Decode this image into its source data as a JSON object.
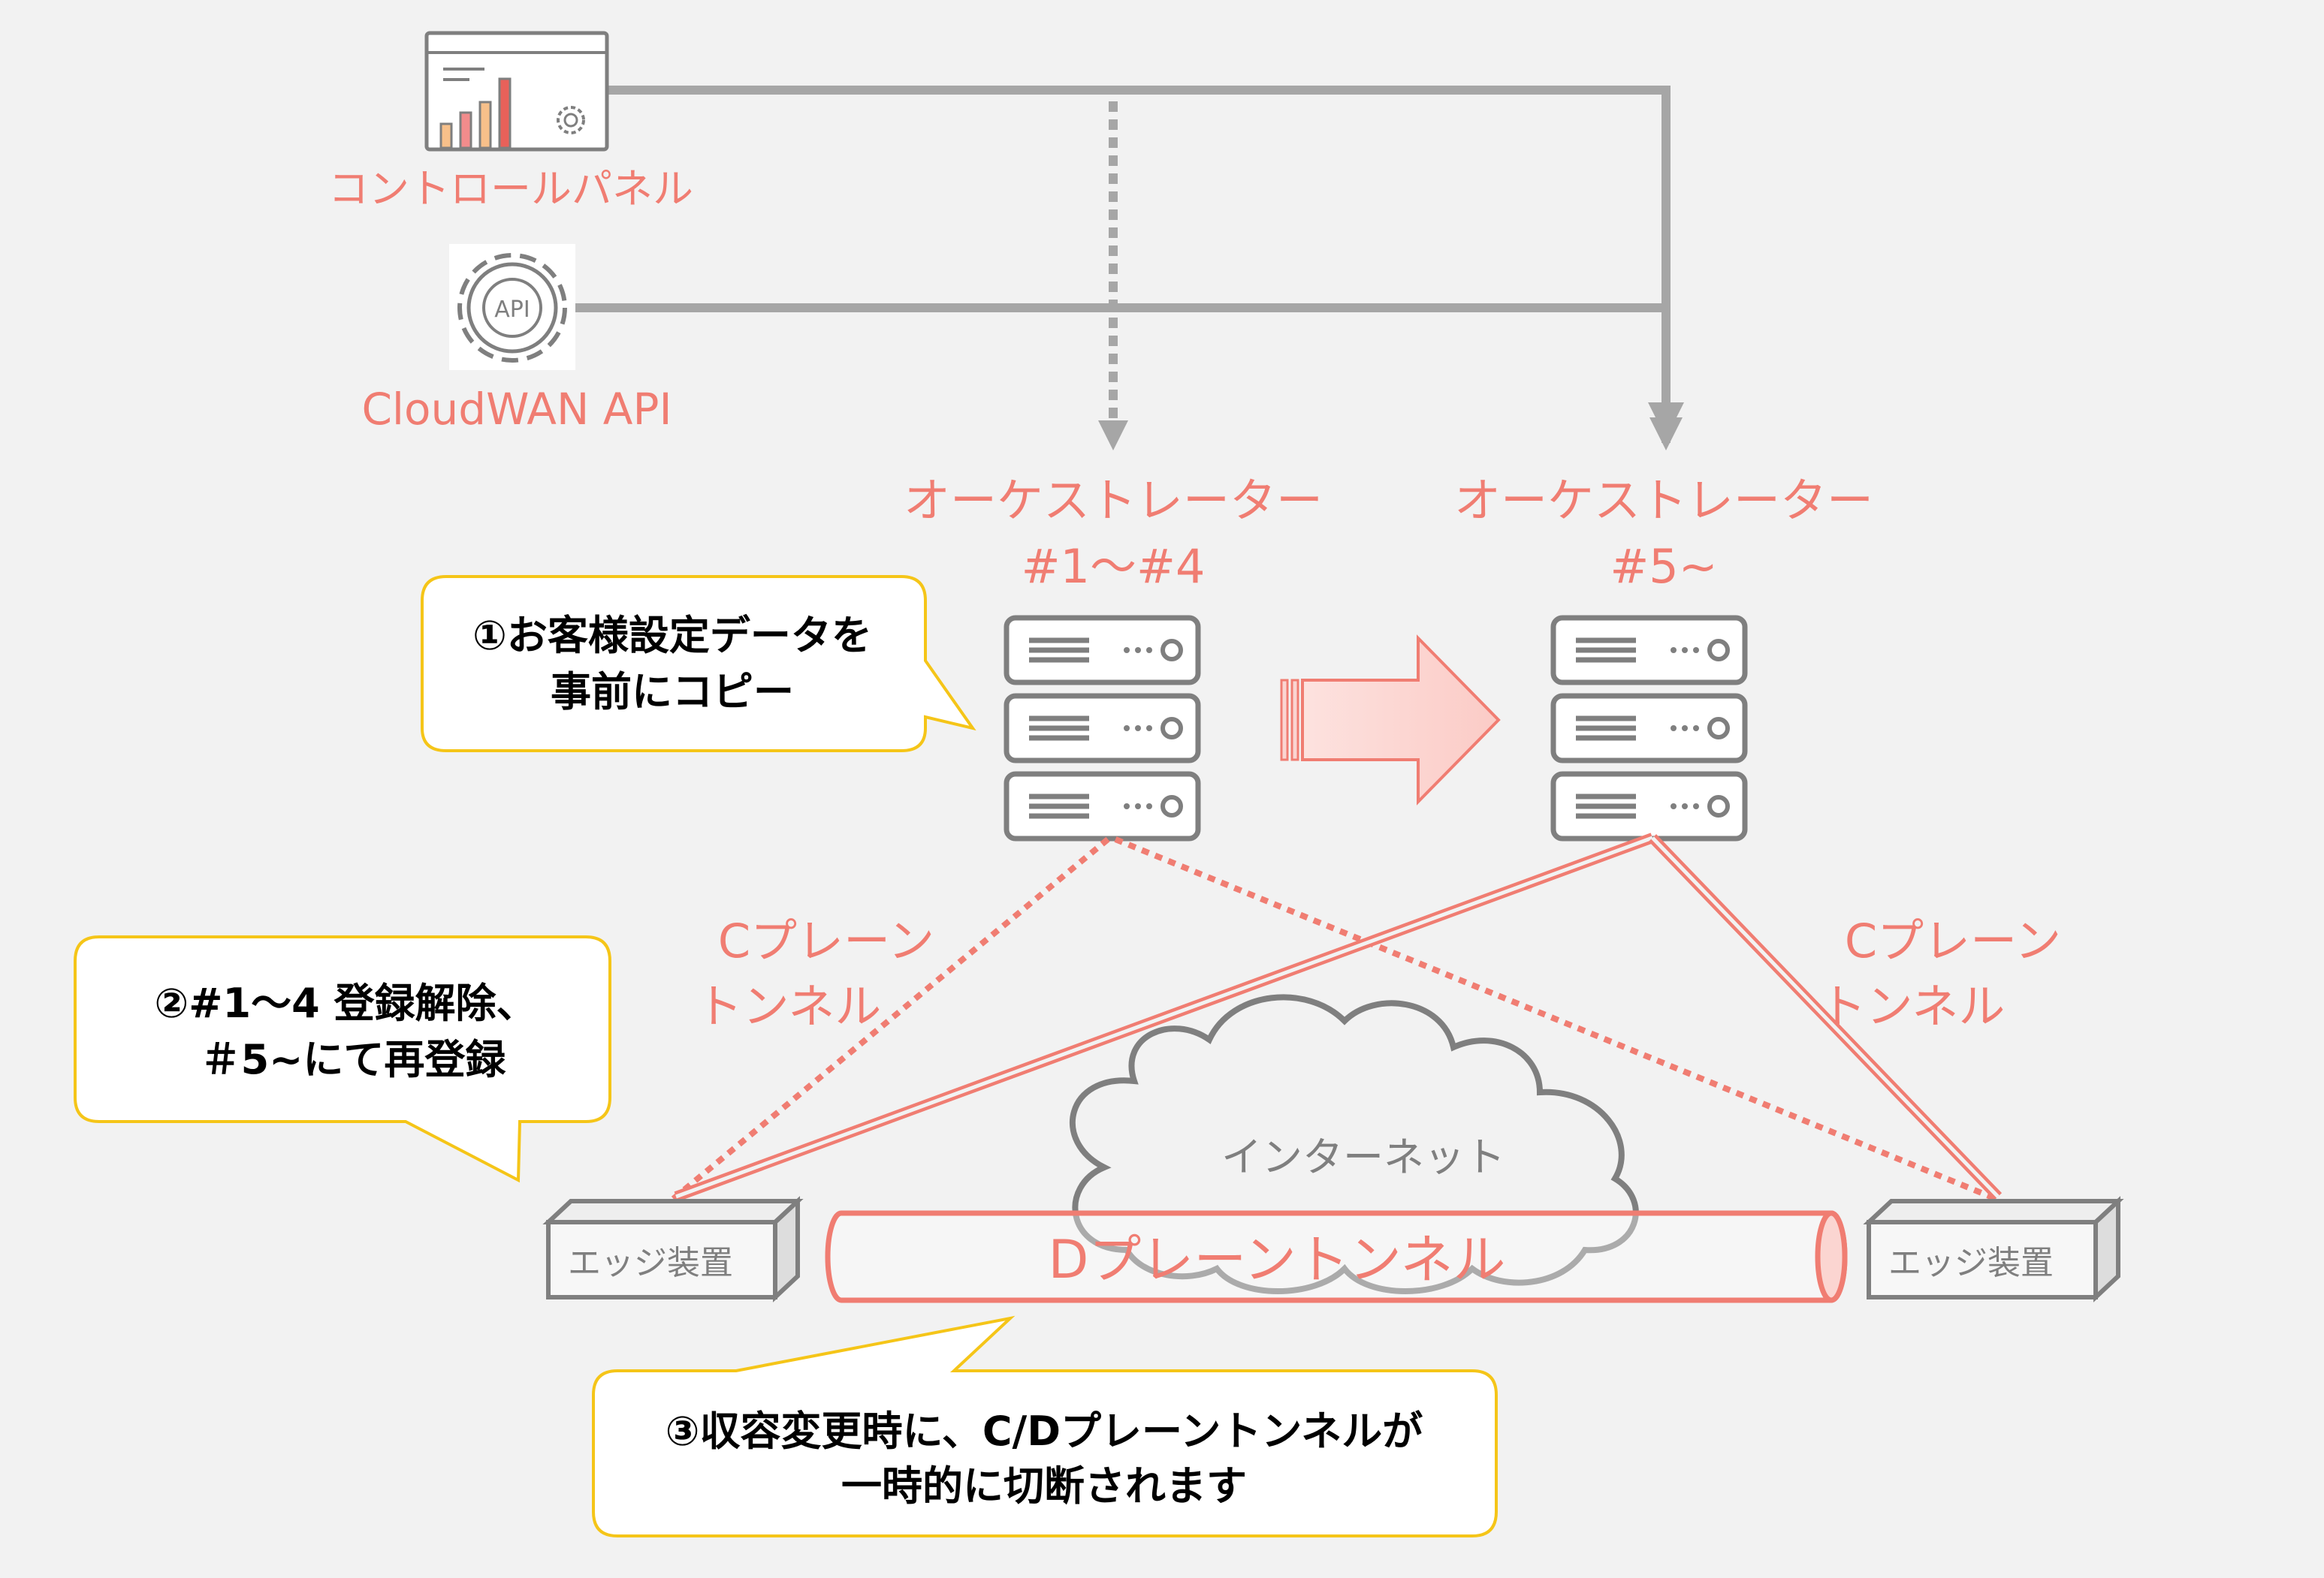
{
  "colors": {
    "background": "#f2f2f2",
    "accent": "#f07d72",
    "accent_fill": "#fbd5d1",
    "gray": "#a6a6a6",
    "icon_gray": "#7f7f7f",
    "callout_border": "#f5c518",
    "bar_yellow": "#f7c08a",
    "bar_pink": "#f28c8c",
    "bar_red": "#e8615a"
  },
  "sources": {
    "control_panel": {
      "label": "コントロールパネル",
      "icon": "dashboard-window-icon"
    },
    "api": {
      "label": "CloudWAN API",
      "icon_text": "API",
      "icon": "api-gear-icon"
    }
  },
  "orchestrators": {
    "old": {
      "line1": "オーケストレーター",
      "line2": "#1～#4",
      "icon": "server-rack-icon"
    },
    "new": {
      "line1": "オーケストレーター",
      "line2": "#5~",
      "icon": "server-rack-icon"
    }
  },
  "tunnels": {
    "c_plane_left": {
      "line1": "Cプレーン",
      "line2": "トンネル"
    },
    "c_plane_right": {
      "line1": "Cプレーン",
      "line2": "トンネル"
    },
    "d_plane": "Dプレーントンネル"
  },
  "internet": "インターネット",
  "edges": {
    "left": "エッジ装置",
    "right": "エッジ装置"
  },
  "callouts": {
    "step1": {
      "line1": "①お客様設定データを",
      "line2": "事前にコピー"
    },
    "step2": {
      "line1": "②#1～4 登録解除、",
      "line2": "＃5~にて再登録"
    },
    "step3": {
      "line1": "③収容変更時に、C/Dプレーントンネルが",
      "line2": "一時的に切断されます"
    }
  }
}
